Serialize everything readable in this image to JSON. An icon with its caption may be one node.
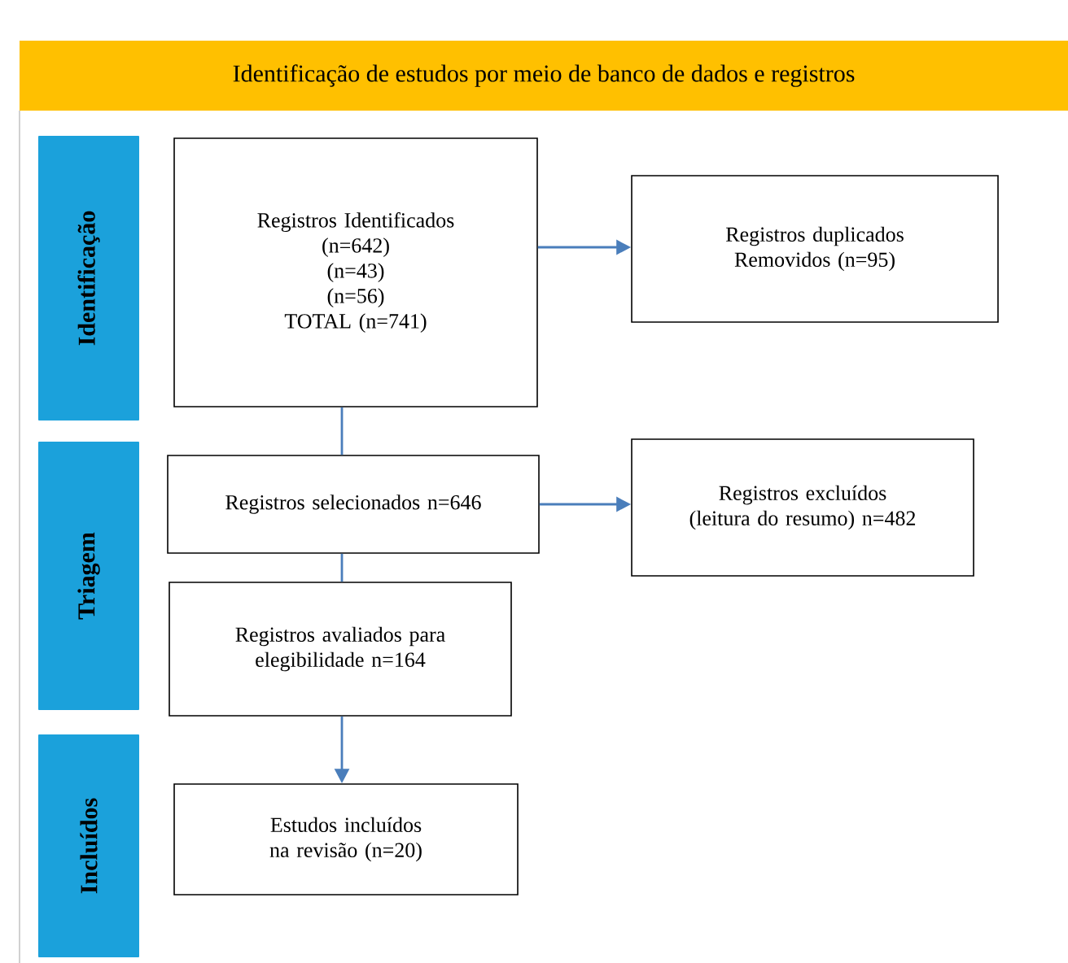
{
  "diagram": {
    "title": "Identificação de estudos por meio de banco de dados e registros",
    "nodes": [
      {
        "text": [
          "Identificação"
        ]
      },
      {
        "text": [
          "Registros Identificados",
          "(n=642)",
          "(n=43)",
          "(n=56)",
          "TOTAL (n=741)"
        ]
      },
      {
        "text": [
          "Registros duplicados Removidos (n=95)"
        ]
      },
      {
        "text": [
          "Triagem"
        ]
      },
      {
        "text": [
          "Registros selecionados n=646"
        ]
      },
      {
        "text": [
          "Registros excluídos (leitura do resumo) n=482"
        ]
      },
      {
        "text": [
          "Registros avaliados para elegibilidade n=164"
        ]
      },
      {
        "text": [
          "Incluídos"
        ]
      },
      {
        "text": [
          "Estudos incluídos na revisão (n=20)"
        ]
      }
    ],
    "edges": [
      {
        "from": 1,
        "to": 2,
        "arrow": "to"
      },
      {
        "from": 1,
        "to": 4,
        "arrow": "none"
      },
      {
        "from": 4,
        "to": 5,
        "arrow": "to"
      },
      {
        "from": 4,
        "to": 6,
        "arrow": "none"
      },
      {
        "from": 6,
        "to": 8,
        "arrow": "to"
      }
    ]
  }
}
